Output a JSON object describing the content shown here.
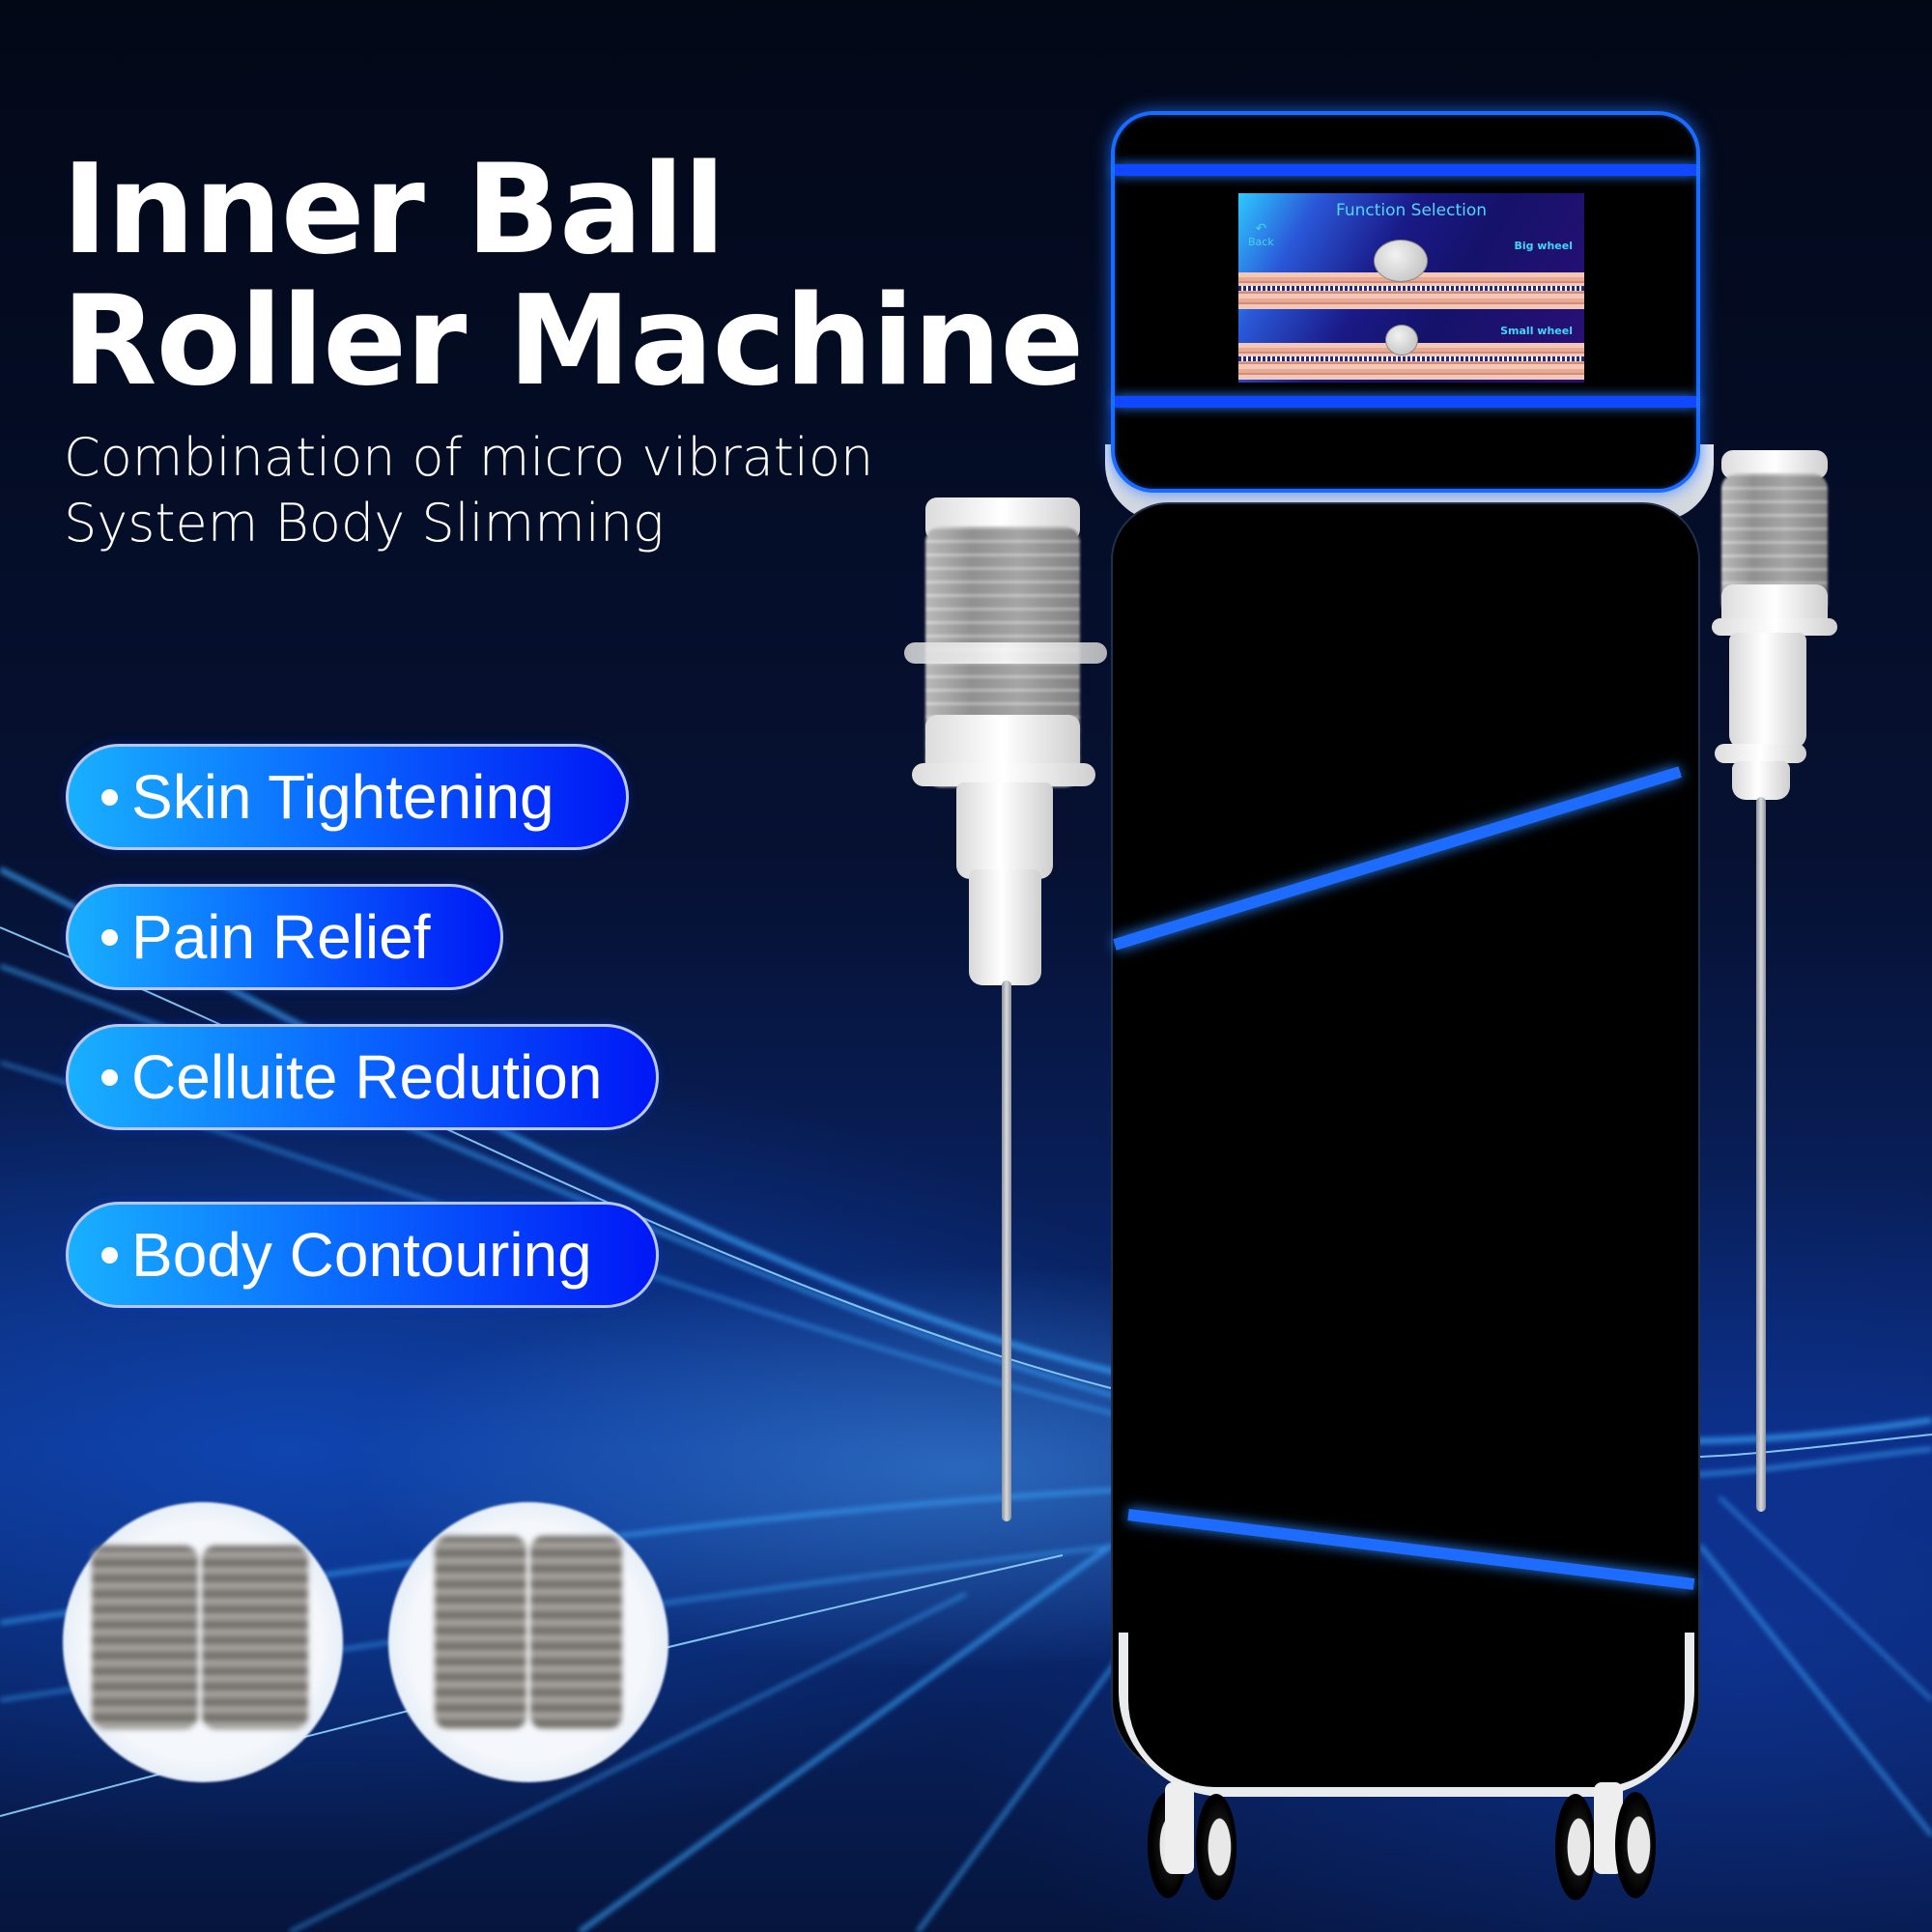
{
  "headline": {
    "line1": "Inner Ball",
    "line2": "Roller Machine"
  },
  "subtitle": {
    "line1": "Combination of micro vibration",
    "line2": "System Body Slimming"
  },
  "features": [
    {
      "label": "Skin Tightening",
      "bullet": "bullet-dot-icon"
    },
    {
      "label": "Pain Relief",
      "bullet": "bullet-dot-icon"
    },
    {
      "label": "Celluite Redution",
      "bullet": "bullet-dot-icon"
    },
    {
      "label": "Body Contouring",
      "bullet": "bullet-dot-icon"
    }
  ],
  "device_screen": {
    "title": "Function Selection",
    "back_label": "Back",
    "back_icon": "undo-arrow-icon",
    "options": [
      {
        "label": "Big wheel"
      },
      {
        "label": "Small wheel"
      }
    ]
  },
  "accessories": [
    {
      "name": "large-roller-pair"
    },
    {
      "name": "small-roller-pair"
    }
  ],
  "colors": {
    "background_dark": "#040a1c",
    "accent_blue": "#1d6cff",
    "pill_gradient_start": "#19b0ff",
    "pill_gradient_end": "#0017f5",
    "pill_border": "#b9c7ea",
    "screen_text": "#4fd8f6"
  }
}
